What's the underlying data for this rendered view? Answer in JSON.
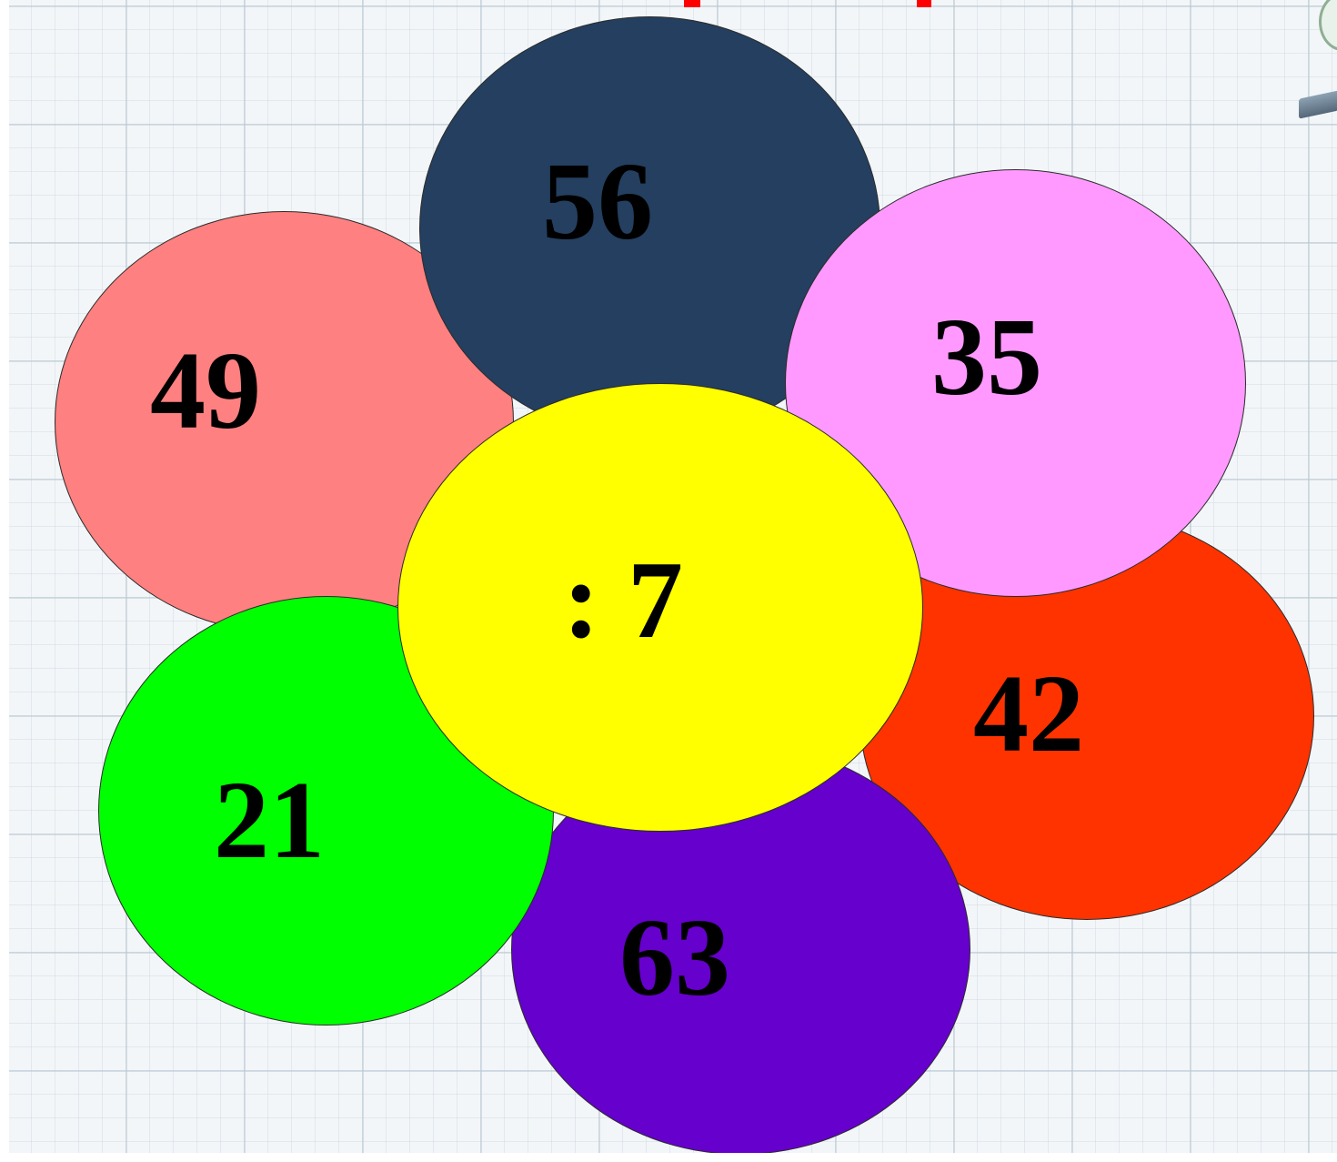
{
  "flower": {
    "center": {
      "label": ": 7",
      "color": "#ffff00"
    },
    "petals": [
      {
        "id": "56",
        "label": "56",
        "color": "#243f5f"
      },
      {
        "id": "35",
        "label": "35",
        "color": "#ff99ff"
      },
      {
        "id": "42",
        "label": "42",
        "color": "#ff3300"
      },
      {
        "id": "63",
        "label": "63",
        "color": "#6600cc"
      },
      {
        "id": "21",
        "label": "21",
        "color": "#00ff00"
      },
      {
        "id": "49",
        "label": "49",
        "color": "#ff8080"
      }
    ]
  },
  "colors": {
    "background": "#f3f6f8",
    "grid": "#b9c8d4",
    "title_accent": "#ff0000",
    "outline": "#2b2b2b",
    "text": "#000000"
  }
}
